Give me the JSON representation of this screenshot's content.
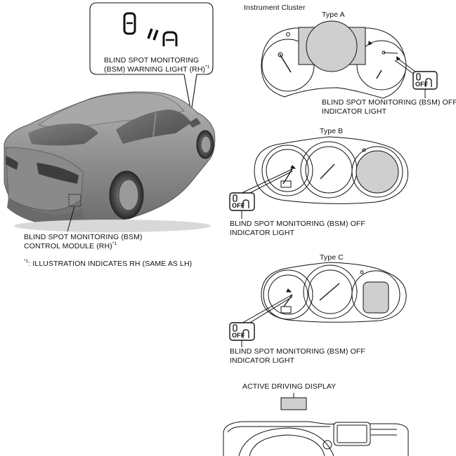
{
  "callout": {
    "line1": "BLIND SPOT MONITORING",
    "line2": "(BSM) WARNING LIGHT (RH)",
    "sup": "*1"
  },
  "control_module": {
    "line1": "BLIND SPOT MONITORING (BSM)",
    "line2": "CONTROL MODULE (RH)",
    "sup": "*1"
  },
  "footnote": {
    "mark": "*1",
    "text": ": ILLUSTRATION INDICATES RH (SAME AS LH)"
  },
  "instrument_cluster": {
    "heading": "Instrument Cluster",
    "types": [
      {
        "label": "Type A",
        "caption1": "BLIND SPOT MONITORING (BSM) OFF",
        "caption2": "INDICATOR LIGHT"
      },
      {
        "label": "Type B",
        "caption1": "BLIND SPOT MONITORING (BSM) OFF",
        "caption2": "INDICATOR LIGHT"
      },
      {
        "label": "Type C",
        "caption1": "BLIND SPOT MONITORING (BSM) OFF",
        "caption2": "INDICATOR LIGHT"
      }
    ],
    "off_icon_text": "OFF"
  },
  "active_driving_display": {
    "label": "ACTIVE DRIVING DISPLAY"
  },
  "colors": {
    "line": "#111111",
    "car_body": "#9a9a9a",
    "car_dark": "#5e5e5e",
    "panel_fill": "#c8c8c8"
  }
}
